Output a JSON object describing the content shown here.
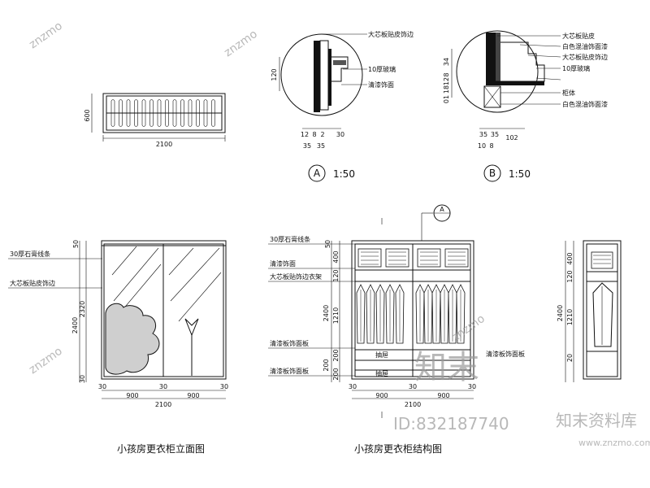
{
  "plan": {
    "width_dim": "2100",
    "depth_dim": "600"
  },
  "detail_a": {
    "labels": [
      "大芯板贴皮饰边",
      "10厚玻璃",
      "清漆饰面"
    ],
    "dims_v": [
      "120"
    ],
    "dims_h": [
      "12",
      "8",
      "2",
      "30"
    ],
    "dims_h2": [
      "35",
      "35"
    ],
    "caption_letter": "A",
    "caption_scale": "1:50"
  },
  "detail_b": {
    "labels": [
      "大芯板贴皮",
      "白色混油饰面漆",
      "大芯板贴皮饰边",
      "10厚玻璃",
      "柜体",
      "白色混油饰面漆"
    ],
    "dims_v": [
      "34",
      "8",
      "12",
      "18",
      "01"
    ],
    "dims_h": [
      "35",
      "35",
      "102"
    ],
    "dims_h2": [
      "10",
      "8"
    ],
    "caption_letter": "B",
    "caption_scale": "1:50"
  },
  "elevation": {
    "label_top": "30厚石膏线条",
    "label_mid": "大芯板贴皮饰边",
    "dims_v": [
      "50",
      "2320",
      "2400",
      "30"
    ],
    "dims_h": [
      "30",
      "900",
      "30",
      "900",
      "30"
    ],
    "total_width": "2100",
    "title": "小孩房更衣柜立面图"
  },
  "structure": {
    "callouts": [
      "30厚石膏线条",
      "清漆饰面",
      "大芯板贴饰边衣架",
      "清漆板饰面板",
      "清漆板饰面板"
    ],
    "dims_v": [
      "50",
      "400",
      "120",
      "2400",
      "1210",
      "200",
      "200",
      "200"
    ],
    "dims_h": [
      "30",
      "900",
      "30",
      "900",
      "30"
    ],
    "total_width": "2100",
    "section_mark": "A",
    "drawer_labels": [
      "抽屉",
      "抽屉"
    ],
    "drawer_label_right": "清漆板饰面板",
    "title": "小孩房更衣柜结构图"
  },
  "side": {
    "dims_v": [
      "400",
      "120",
      "2400",
      "1210",
      "20"
    ]
  },
  "watermark": {
    "site": "znzmo",
    "brand": "知末",
    "brand_right": "知末资料库",
    "id_text": "ID:832187740",
    "url": "www.znzmo.com"
  }
}
